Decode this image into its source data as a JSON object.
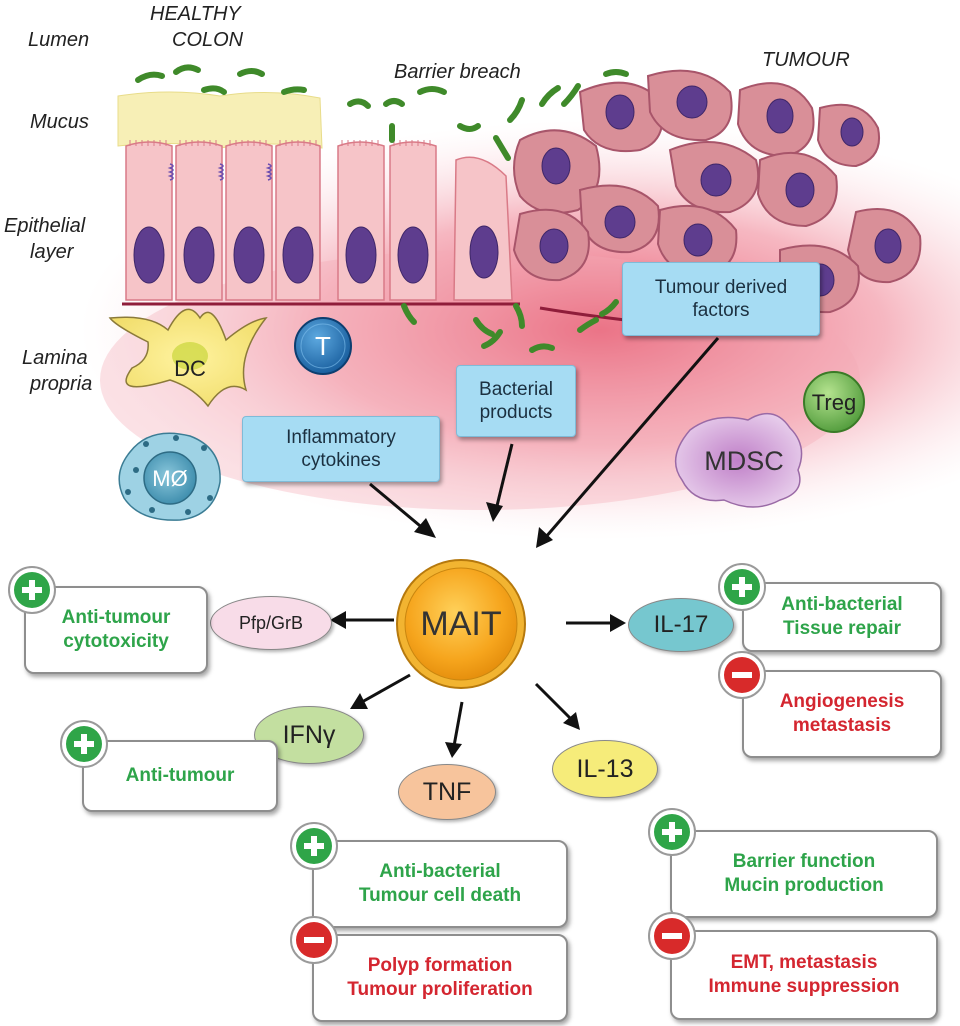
{
  "regions": {
    "lumen": "Lumen",
    "healthy_colon_line1": "HEALTHY",
    "healthy_colon_line2": "COLON",
    "mucus": "Mucus",
    "epithelial_line1": "Epithelial",
    "epithelial_line2": "layer",
    "lamina_line1": "Lamina",
    "lamina_line2": "propria",
    "barrier_breach": "Barrier breach",
    "tumour": "TUMOUR"
  },
  "cells": {
    "dc": "DC",
    "t": "T",
    "macrophage": "MØ",
    "treg": "Treg",
    "mdsc": "MDSC",
    "mait": "MAIT"
  },
  "callouts": {
    "tumour_factors_line1": "Tumour derived",
    "tumour_factors_line2": "factors",
    "bacterial_line1": "Bacterial",
    "bacterial_line2": "products",
    "inflammatory_line1": "Inflammatory",
    "inflammatory_line2": "cytokines"
  },
  "mediators": {
    "pfp": "Pfp/GrB",
    "il17": "IL-17",
    "ifng": "IFNγ",
    "tnf": "TNF",
    "il13": "IL-13"
  },
  "effects": {
    "cytotoxicity_line1": "Anti-tumour",
    "cytotoxicity_line2": "cytotoxicity",
    "il17_pos_line1": "Anti-bacterial",
    "il17_pos_line2": "Tissue repair",
    "il17_neg_line1": "Angiogenesis",
    "il17_neg_line2": "metastasis",
    "ifng_pos": "Anti-tumour",
    "tnf_pos_line1": "Anti-bacterial",
    "tnf_pos_line2": "Tumour cell death",
    "tnf_neg_line1": "Polyp formation",
    "tnf_neg_line2": "Tumour proliferation",
    "il13_pos_line1": "Barrier function",
    "il13_pos_line2": "Mucin production",
    "il13_neg_line1": "EMT, metastasis",
    "il13_neg_line2": "Immune suppression"
  },
  "colors": {
    "positive": "#2ea44a",
    "negative": "#d42630",
    "callout": "#a6dcf3",
    "mait": "#f4a31a",
    "tissue": "#f3a0aa",
    "nucleus": "#5e3d8e"
  }
}
